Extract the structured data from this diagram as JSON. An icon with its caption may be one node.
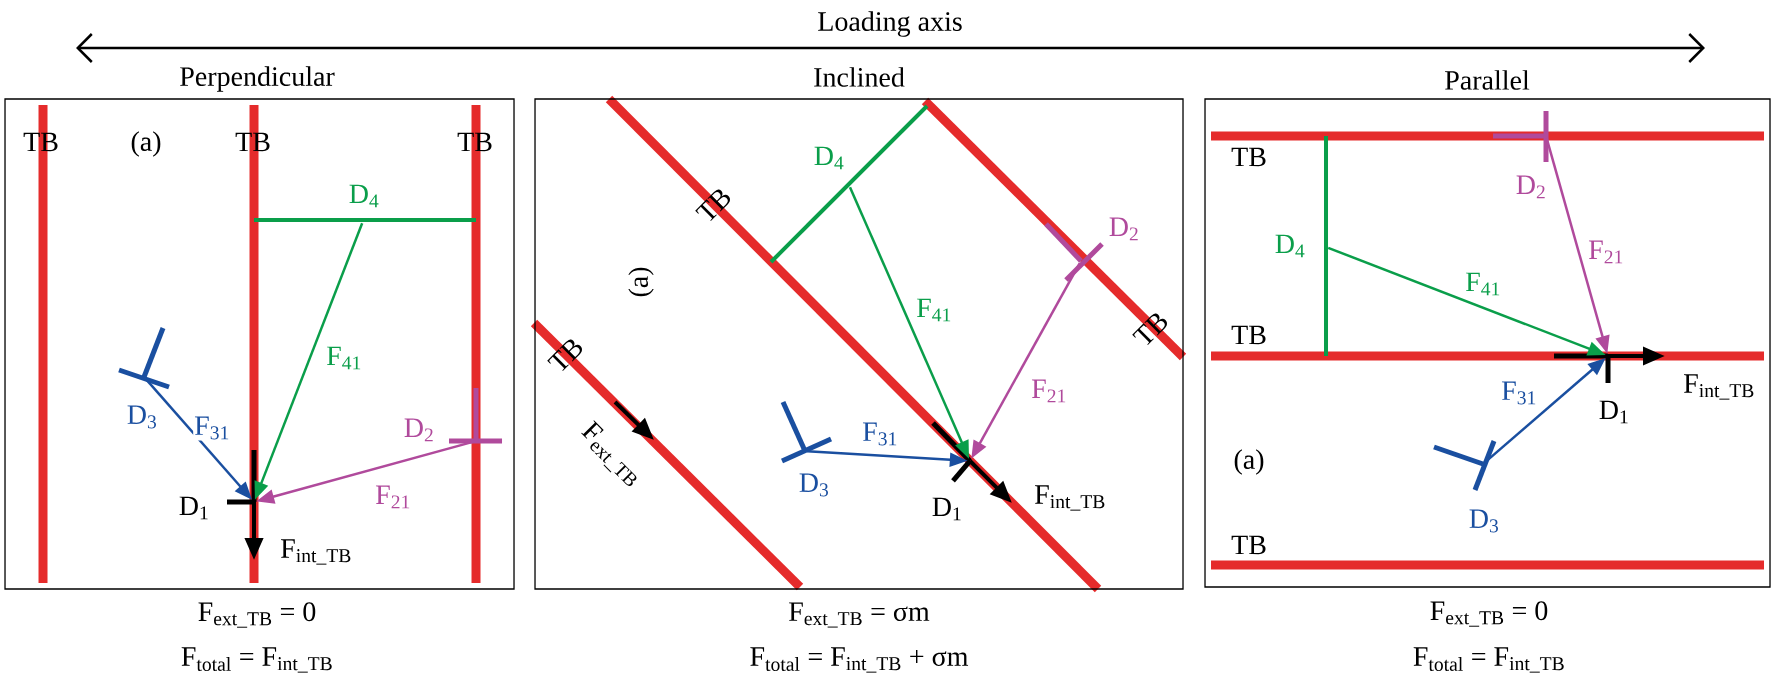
{
  "diagram": {
    "nodes": [
      {
        "text": [
          "Perpendicular"
        ],
        "beside": [
          "F$_{ext_TB}$ = 0",
          "F$_{total}$ = F$_{int_TB}$"
        ]
      },
      {
        "text": [
          "Inclined"
        ],
        "beside": [
          "F$_{ext_TB}$ = σm",
          "F$_{total}$ = F$_{int_TB}$ + σm"
        ]
      },
      {
        "text": [
          "Parallel"
        ],
        "beside": [
          "F$_{ext_TB}$ = 0",
          "F$_{total}$ = F$_{int_TB}$"
        ]
      },
      {
        "text": [
          "D$_{1}$"
        ],
        "in": 0
      },
      {
        "text": [
          "D$_{2}$"
        ],
        "in": 0
      },
      {
        "text": [
          "D$_{3}$"
        ],
        "in": 0
      },
      {
        "text": [
          "D$_{4}$"
        ],
        "in": 0
      },
      {
        "text": [
          "D$_{1}$"
        ],
        "in": 1
      },
      {
        "text": [
          "D$_{2}$"
        ],
        "in": 1
      },
      {
        "text": [
          "D$_{3}$"
        ],
        "in": 1
      },
      {
        "text": [
          "D$_{4}$"
        ],
        "in": 1
      },
      {
        "text": [
          "D$_{1}$"
        ],
        "in": 2
      },
      {
        "text": [
          "D$_{2}$"
        ],
        "in": 2
      },
      {
        "text": [
          "D$_{3}$"
        ],
        "in": 2
      },
      {
        "text": [
          "D$_{4}$"
        ],
        "in": 2
      }
    ],
    "edges": [
      {
        "from": 4,
        "to": 3,
        "arrow": "to",
        "label": "F$_{21}$",
        "color": "#b04a9c"
      },
      {
        "from": 5,
        "to": 3,
        "arrow": "to",
        "label": "F$_{31}$",
        "color": "#1a4fa0"
      },
      {
        "from": 6,
        "to": 3,
        "arrow": "to",
        "label": "F$_{41}$",
        "color": "#0a9e4a"
      },
      {
        "from": 8,
        "to": 7,
        "arrow": "to",
        "label": "F$_{21}$",
        "color": "#b04a9c"
      },
      {
        "from": 9,
        "to": 7,
        "arrow": "to",
        "label": "F$_{31}$",
        "color": "#1a4fa0"
      },
      {
        "from": 10,
        "to": 7,
        "arrow": "to",
        "label": "F$_{41}$",
        "color": "#0a9e4a"
      },
      {
        "from": 12,
        "to": 11,
        "arrow": "to",
        "label": "F$_{21}$",
        "color": "#b04a9c"
      },
      {
        "from": 13,
        "to": 11,
        "arrow": "to",
        "label": "F$_{31}$",
        "color": "#1a4fa0"
      },
      {
        "from": 14,
        "to": 11,
        "arrow": "to",
        "label": "F$_{41}$",
        "color": "#0a9e4a"
      }
    ],
    "labels": [
      "Loading axis",
      "TB",
      "(a)",
      "TB",
      "TB",
      "F$_{int_TB}$",
      "TB",
      "(a)",
      "TB",
      "TB",
      "F$_{ext_TB}$",
      "F$_{int_TB}$",
      "TB",
      "TB",
      "F$_{int_TB}$",
      "(a)",
      "TB"
    ]
  }
}
